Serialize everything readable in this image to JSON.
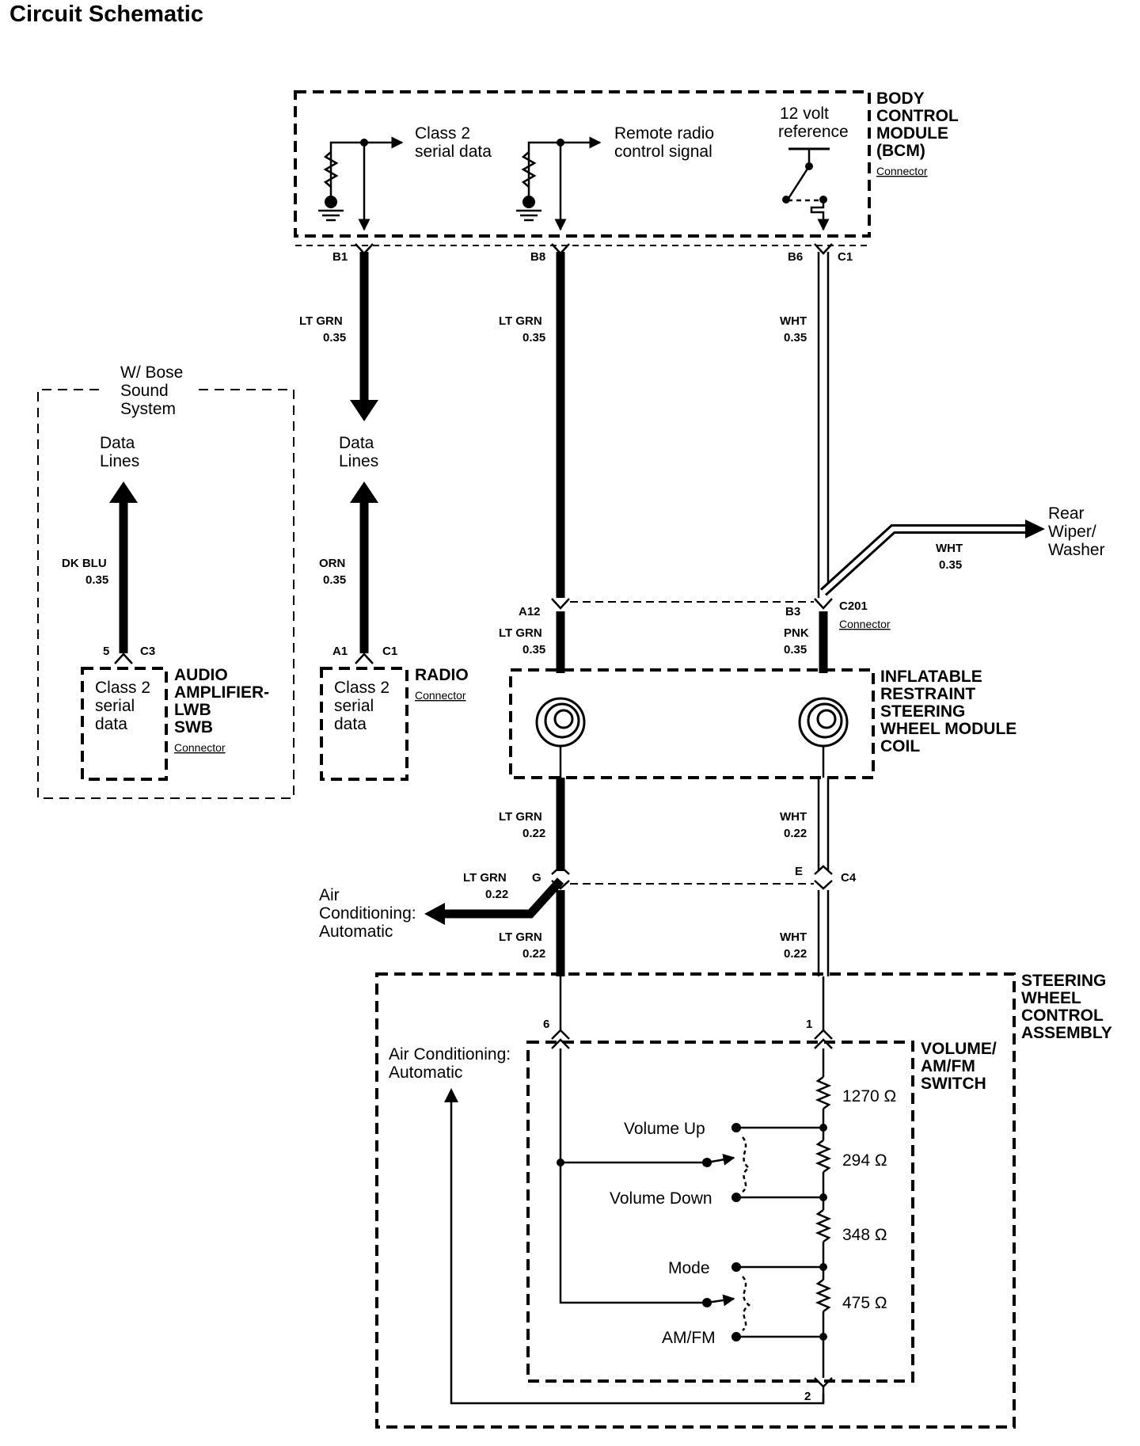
{
  "title": "Circuit Schematic",
  "modules": {
    "bcm": {
      "name": [
        "BODY",
        "CONTROL",
        "MODULE",
        "(BCM)"
      ],
      "connector": "Connector"
    },
    "audio_amp": {
      "name": [
        "AUDIO",
        "AMPLIFIER-",
        "LWB",
        "SWB"
      ],
      "connector": "Connector",
      "inner": [
        "Class 2",
        "serial",
        "data"
      ]
    },
    "radio": {
      "name": [
        "RADIO"
      ],
      "connector": "Connector",
      "inner": [
        "Class 2",
        "serial",
        "data"
      ]
    },
    "coil": {
      "name": [
        "INFLATABLE",
        "RESTRAINT",
        "STEERING",
        "WHEEL MODULE",
        "COIL"
      ]
    },
    "swc": {
      "name": [
        "STEERING",
        "WHEEL",
        "CONTROL",
        "ASSEMBLY"
      ]
    },
    "switch": {
      "name": [
        "VOLUME/",
        "AM/FM",
        "SWITCH"
      ]
    }
  },
  "bcm_signals": {
    "class2": [
      "Class 2",
      "serial data"
    ],
    "remote": [
      "Remote radio",
      "control signal"
    ],
    "ref12v": [
      "12 volt",
      "reference"
    ]
  },
  "bose": [
    "W/ Bose",
    "Sound",
    "System"
  ],
  "data_lines": [
    "Data",
    "Lines"
  ],
  "rear_wiper": [
    "Rear",
    "Wiper/",
    "Washer"
  ],
  "ac_auto": [
    "Air",
    "Conditioning:",
    "Automatic"
  ],
  "ac_auto_inner": [
    "Air Conditioning:",
    "Automatic"
  ],
  "connectors": {
    "b1": "B1",
    "b8": "B8",
    "b6": "B6",
    "c1": "C1",
    "a12": "A12",
    "b3": "B3",
    "c201": "C201",
    "c201_sub": "Connector",
    "g": "G",
    "e": "E",
    "c4": "C4",
    "amp_pin": "5",
    "amp_conn": "C3",
    "radio_pin": "A1",
    "radio_conn": "C1",
    "swc_pin6": "6",
    "swc_pin1": "1",
    "swc_pin2": "2"
  },
  "wires": {
    "b1": [
      "LT GRN",
      "0.35"
    ],
    "b8": [
      "LT GRN",
      "0.35"
    ],
    "b6": [
      "WHT",
      "0.35"
    ],
    "amp": [
      "DK BLU",
      "0.35"
    ],
    "radio": [
      "ORN",
      "0.35"
    ],
    "rear": [
      "WHT",
      "0.35"
    ],
    "a12": [
      "LT GRN",
      "0.35"
    ],
    "b3": [
      "PNK",
      "0.35"
    ],
    "coil_left": [
      "LT GRN",
      "0.22"
    ],
    "coil_right": [
      "WHT",
      "0.22"
    ],
    "ac": [
      "LT GRN",
      "0.22"
    ],
    "swc_left": [
      "LT GRN",
      "0.22"
    ],
    "swc_right": [
      "WHT",
      "0.22"
    ]
  },
  "switch_labels": {
    "vol_up": "Volume Up",
    "vol_down": "Volume Down",
    "mode": "Mode",
    "amfm": "AM/FM"
  },
  "resistors": [
    "1270 Ω",
    "294 Ω",
    "348 Ω",
    "475 Ω"
  ],
  "colors": {
    "ink": "#000000",
    "background": "#ffffff"
  },
  "icons": [
    "ground-icon",
    "resistor-icon",
    "switch-icon",
    "coil-icon",
    "arrow-icon",
    "connector-icon"
  ]
}
